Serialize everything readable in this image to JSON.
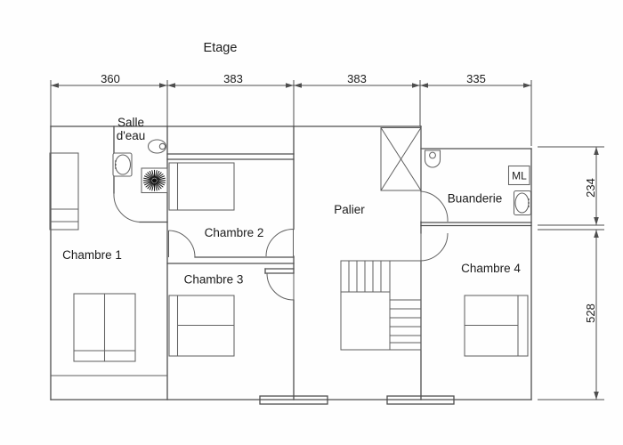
{
  "title": "Etage",
  "dimensions": {
    "top": [
      "360",
      "383",
      "383",
      "335"
    ],
    "right": [
      "234",
      "528"
    ]
  },
  "rooms": {
    "salle_deau": [
      "Salle",
      "d'eau"
    ],
    "chambre1": "Chambre 1",
    "chambre2": "Chambre 2",
    "chambre3": "Chambre 3",
    "chambre4": "Chambre 4",
    "palier": "Palier",
    "buanderie": "Buanderie"
  },
  "fixtures": {
    "washing_machine_label": "ML",
    "icons": [
      "shower-icon",
      "toilet-icon",
      "sink-icon",
      "stairs",
      "duct-x-box",
      "bed",
      "window",
      "door-arc"
    ]
  }
}
